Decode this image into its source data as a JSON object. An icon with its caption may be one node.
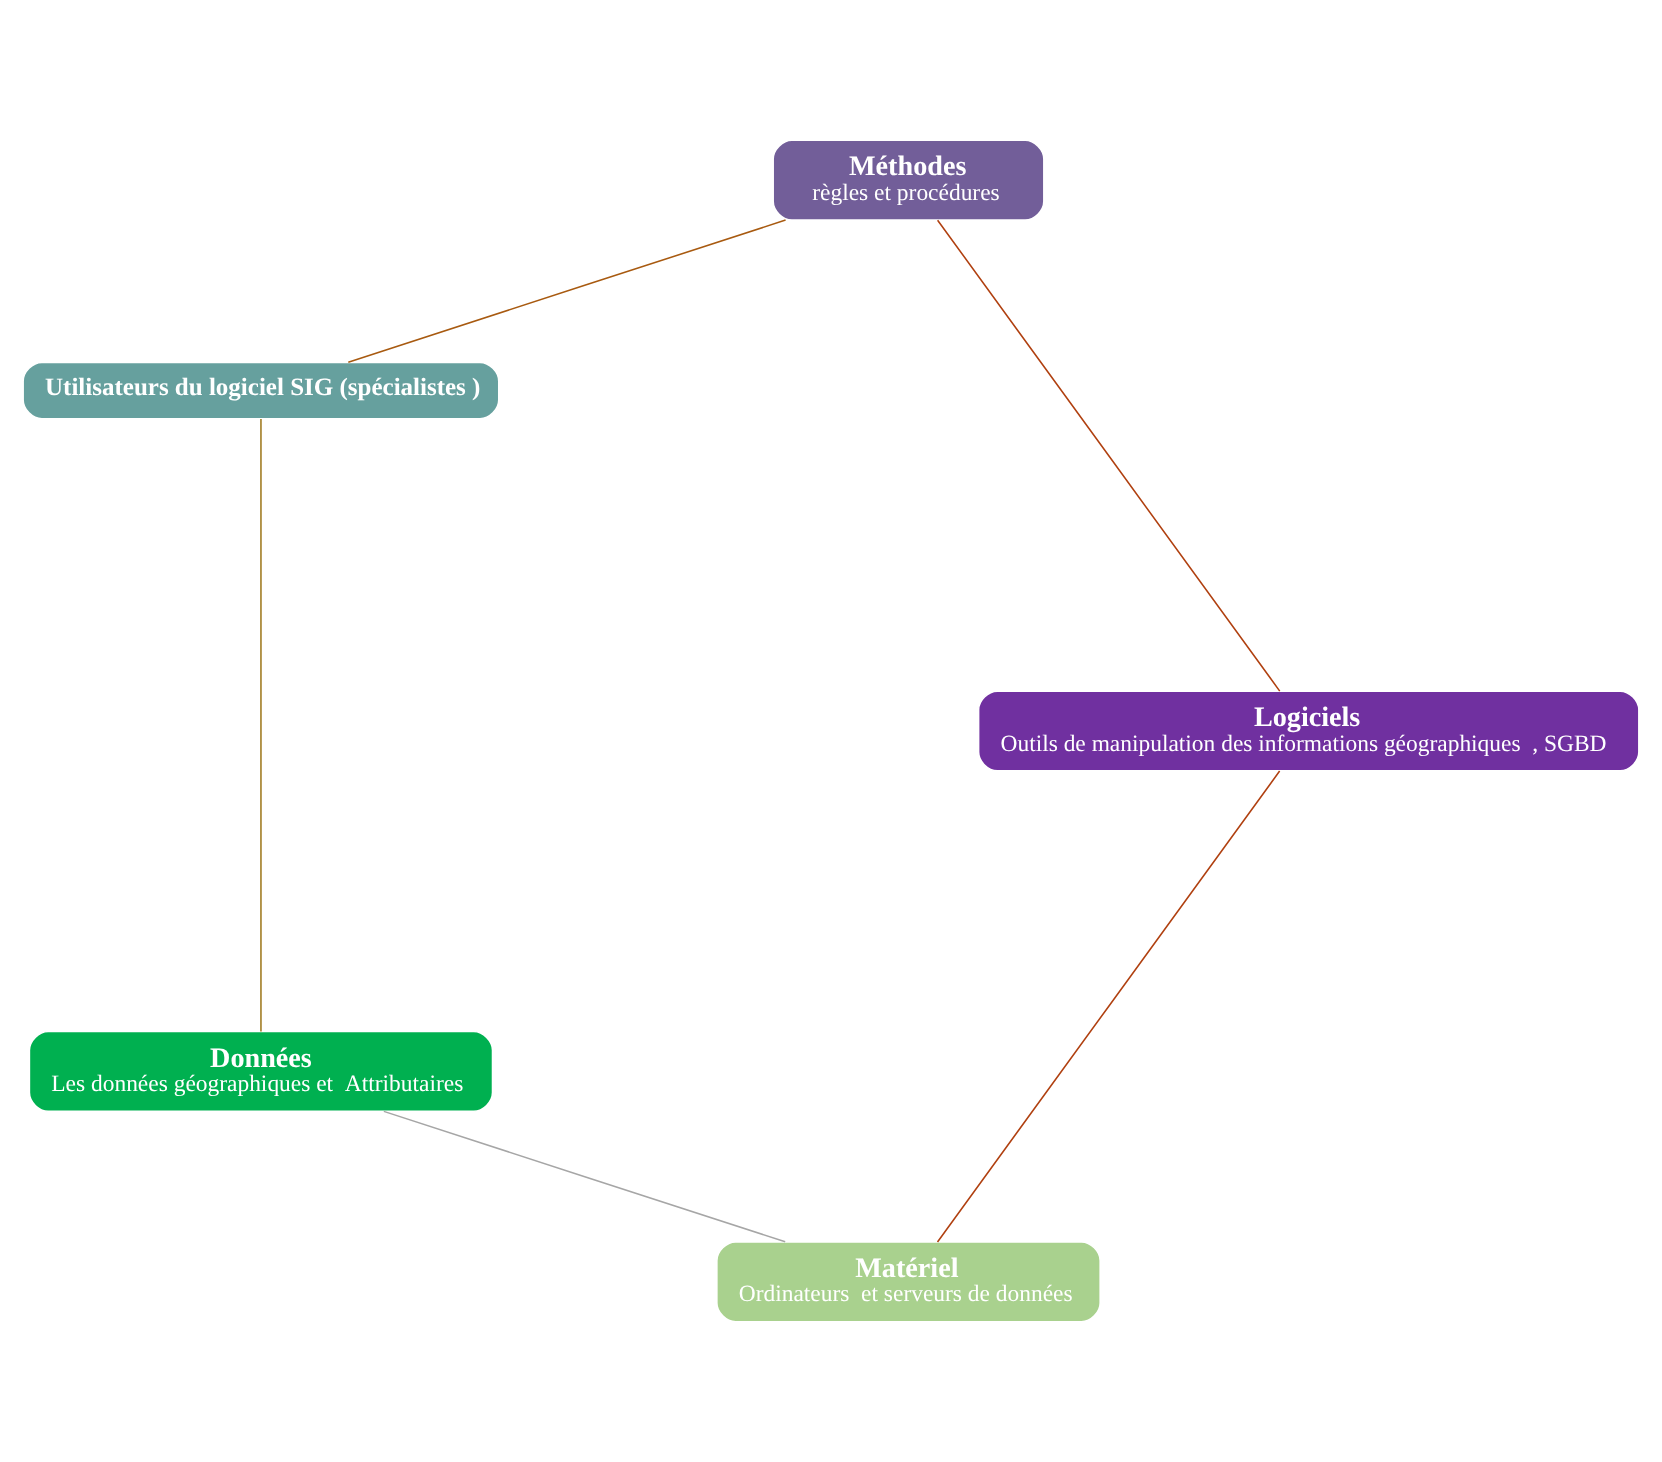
{
  "diagram": {
    "nodes": [
      {
        "text": [
          "Matériel",
          "Ordinateurs  et serveurs de données"
        ]
      },
      {
        "text": [
          "Données",
          "Les données géographiques et  Attributaires"
        ]
      },
      {
        "text": [
          "Utilisateurs du logiciel SIG (spécialistes )"
        ]
      },
      {
        "text": [
          "Méthodes",
          "règles et procédures"
        ]
      },
      {
        "text": [
          "Logiciels",
          "Outils de manipulation des informations géographiques  , SGBD"
        ]
      }
    ],
    "edges": [
      {
        "from": 0,
        "to": 1,
        "arrow": "none",
        "color": "#a6a6a6"
      },
      {
        "from": 1,
        "to": 2,
        "arrow": "none",
        "color": "#a07a20"
      },
      {
        "from": 2,
        "to": 3,
        "arrow": "none",
        "color": "#a85a10"
      },
      {
        "from": 3,
        "to": 4,
        "arrow": "none",
        "color": "#b04010"
      },
      {
        "from": 4,
        "to": 0,
        "arrow": "none",
        "color": "#b04010"
      }
    ]
  }
}
